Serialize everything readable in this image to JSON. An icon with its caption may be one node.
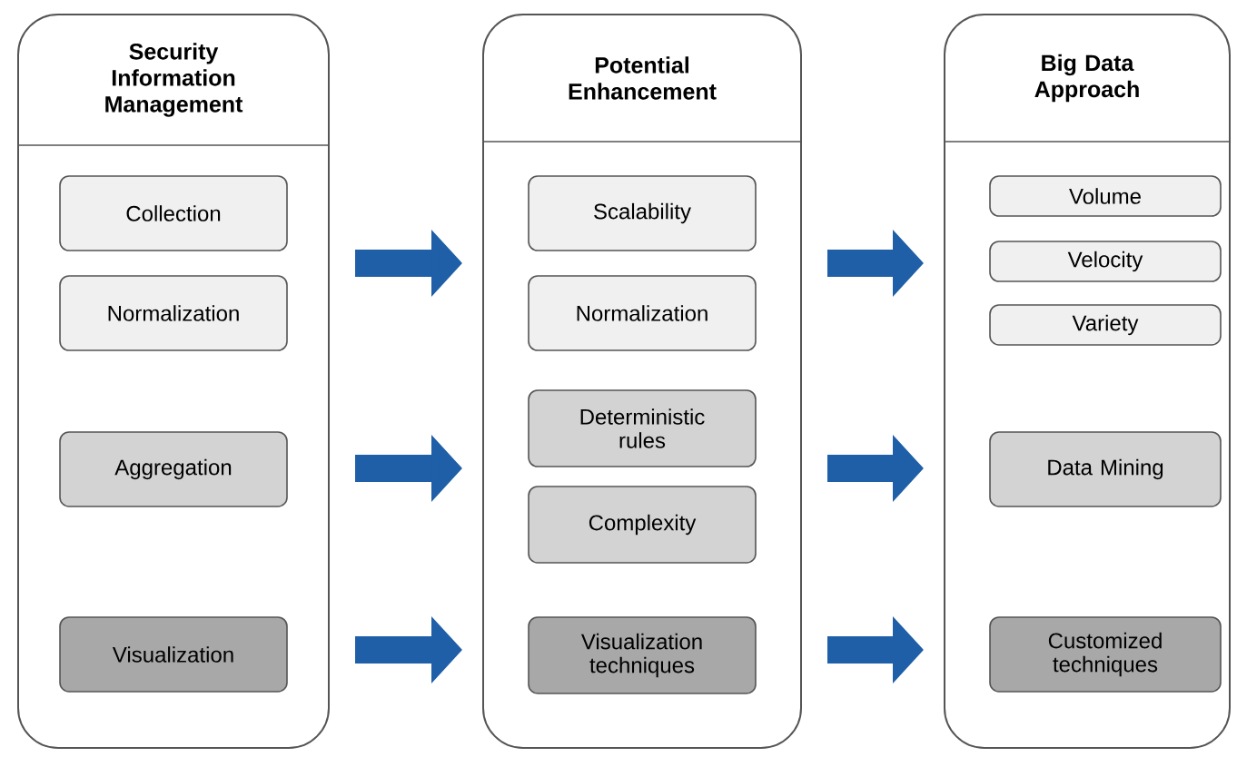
{
  "diagram": {
    "nodes": [
      {
        "text": [
          "Security Information Management"
        ]
      },
      {
        "text": [
          "Collection"
        ],
        "in": 0
      },
      {
        "text": [
          "Normalization"
        ],
        "in": 0
      },
      {
        "text": [
          "Aggregation"
        ],
        "in": 0
      },
      {
        "text": [
          "Visualization"
        ],
        "in": 0
      },
      {
        "text": [
          "Potential Enhancement"
        ]
      },
      {
        "text": [
          "Scalability"
        ],
        "in": 5
      },
      {
        "text": [
          "Normalization"
        ],
        "in": 5
      },
      {
        "text": [
          "Deterministic rules"
        ],
        "in": 5
      },
      {
        "text": [
          "Complexity"
        ],
        "in": 5
      },
      {
        "text": [
          "Visualization techniques"
        ],
        "in": 5
      },
      {
        "text": [
          "Big Data Approach"
        ]
      },
      {
        "text": [
          "Volume"
        ],
        "in": 11
      },
      {
        "text": [
          "Velocity"
        ],
        "in": 11
      },
      {
        "text": [
          "Variety"
        ],
        "in": 11
      },
      {
        "text": [
          "Data Mining"
        ],
        "in": 11
      },
      {
        "text": [
          "Customized techniques"
        ],
        "in": 11
      }
    ],
    "edges": [
      {
        "from": 0,
        "to": 5,
        "arrow": "to"
      },
      {
        "from": 0,
        "to": 5,
        "arrow": "to"
      },
      {
        "from": 0,
        "to": 5,
        "arrow": "to"
      },
      {
        "from": 5,
        "to": 11,
        "arrow": "to"
      },
      {
        "from": 5,
        "to": 11,
        "arrow": "to"
      },
      {
        "from": 5,
        "to": 11,
        "arrow": "to"
      }
    ]
  }
}
